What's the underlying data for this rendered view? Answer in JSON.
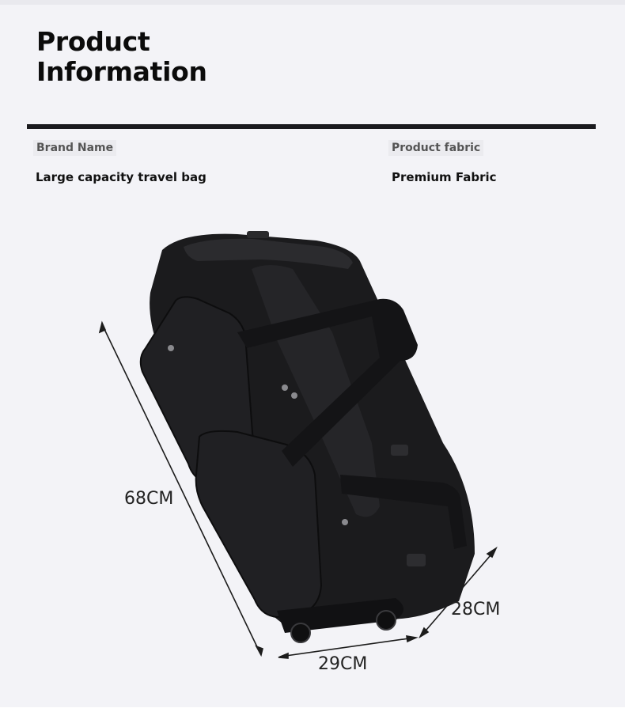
{
  "header": {
    "title_line1": "Product",
    "title_line2": "Information"
  },
  "info": {
    "brand_label": "Brand Name",
    "brand_value": "Large capacity travel bag",
    "fabric_label": "Product fabric",
    "fabric_value": "Premium Fabric"
  },
  "dimensions": {
    "height": "68CM",
    "depth": "28CM",
    "width": "29CM"
  },
  "colors": {
    "background": "#f3f3f7",
    "bag": "#1b1b1d",
    "rule": "#1a1a1e"
  }
}
